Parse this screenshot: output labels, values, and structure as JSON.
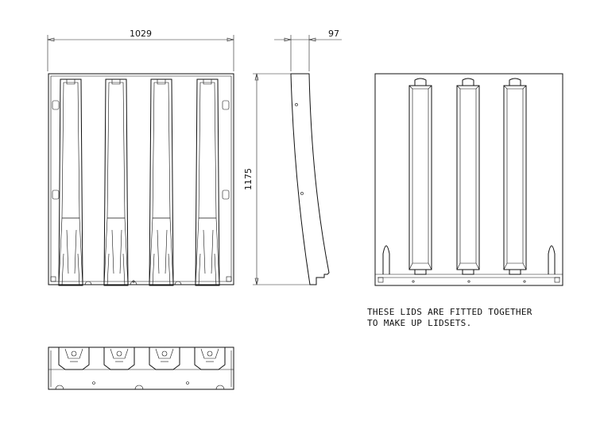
{
  "dimensions": {
    "width": "1029",
    "depth": "97",
    "height": "1175"
  },
  "note": {
    "line1": "THESE LIDS ARE FITTED TOGETHER",
    "line2": "TO MAKE UP LIDSETS."
  }
}
